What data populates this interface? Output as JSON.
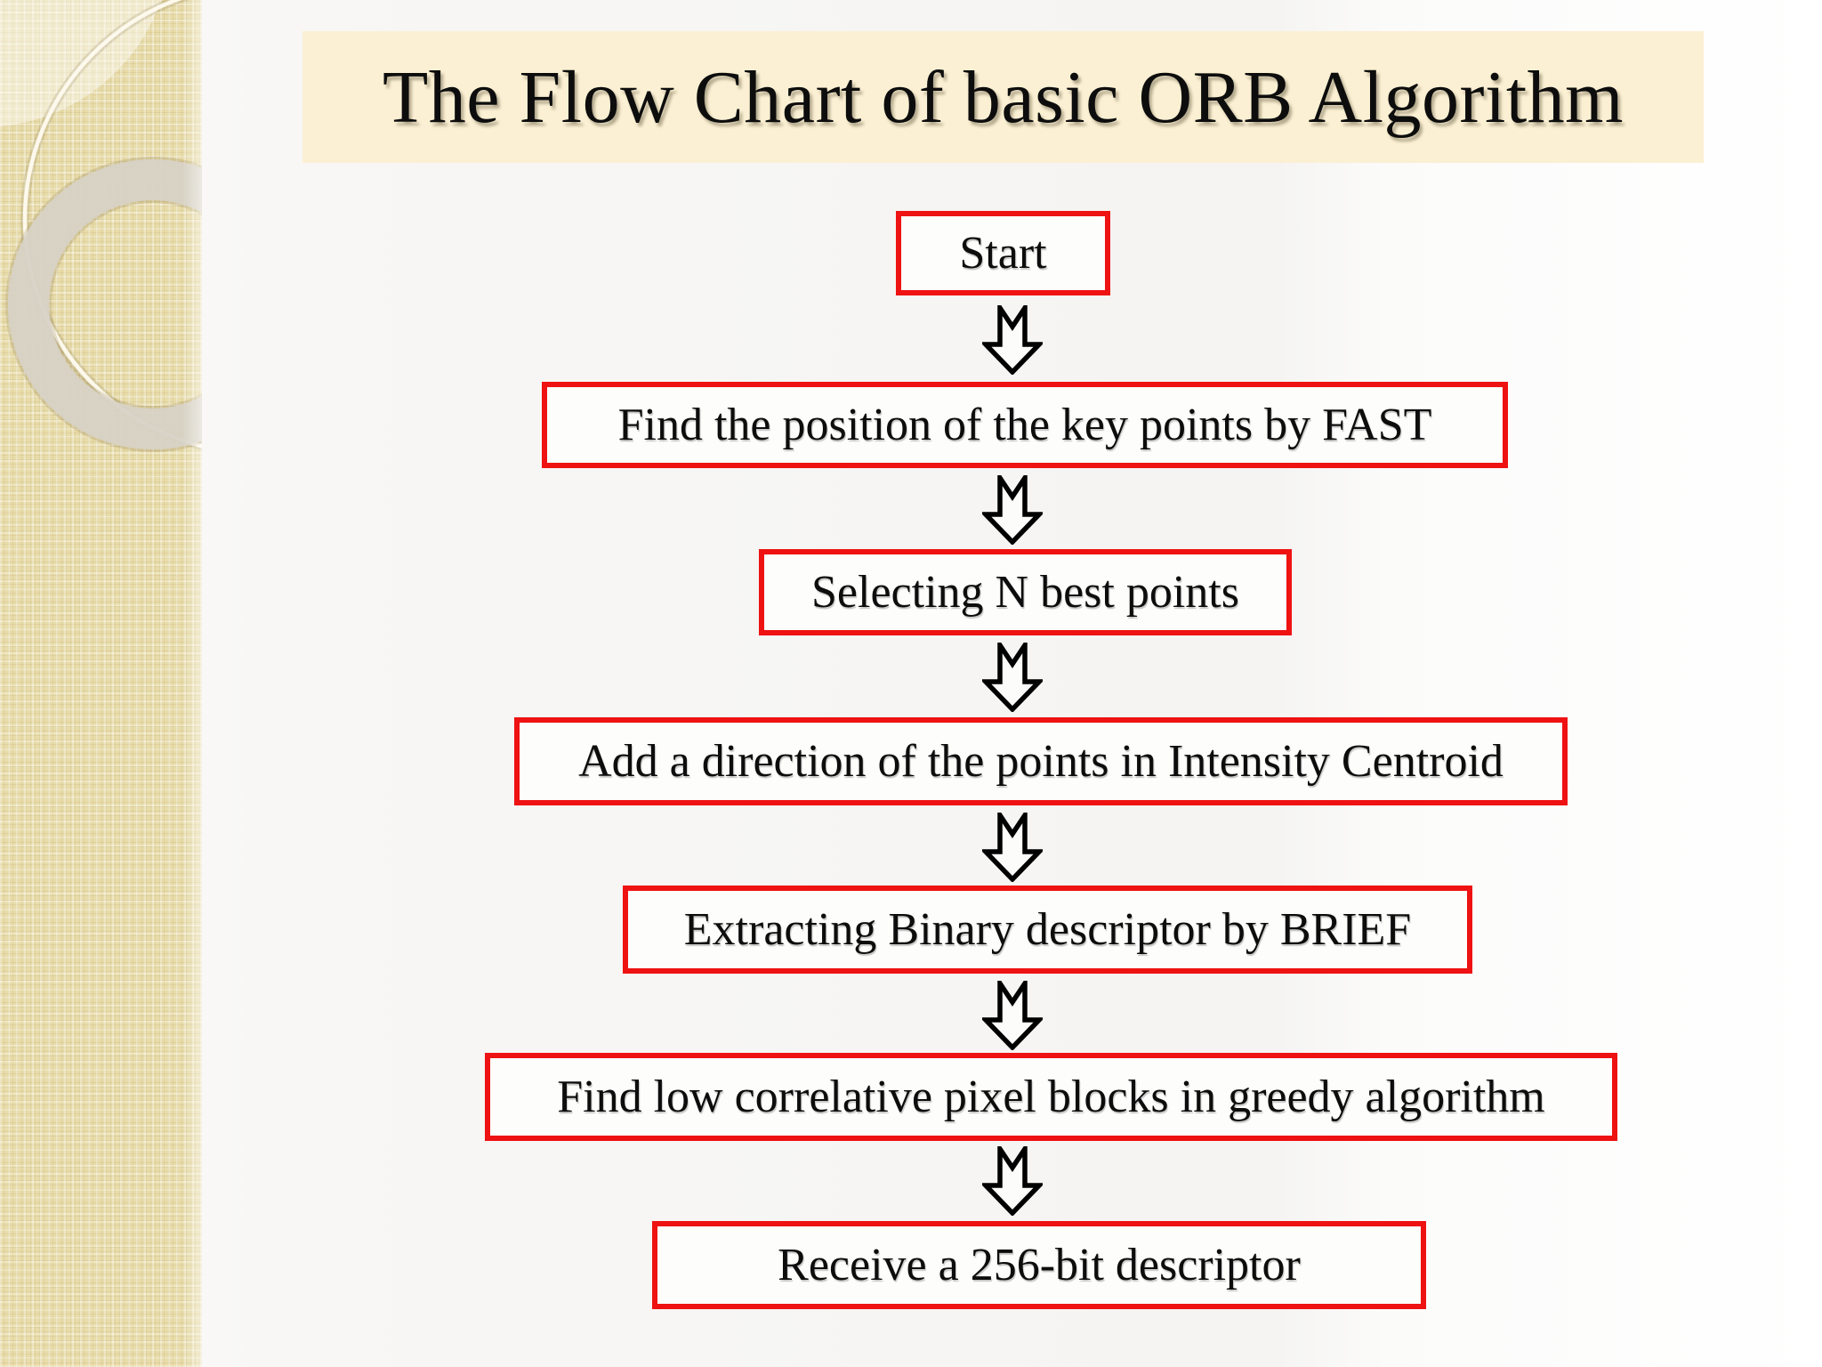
{
  "slide": {
    "title": "The Flow Chart of basic ORB Algorithm"
  },
  "flowchart": {
    "nodes": [
      {
        "label": "Start"
      },
      {
        "label": "Find the position of the key points by FAST"
      },
      {
        "label": "Selecting N best points"
      },
      {
        "label": "Add a direction of the points in Intensity Centroid"
      },
      {
        "label": "Extracting Binary descriptor by BRIEF"
      },
      {
        "label": "Find low correlative pixel blocks in greedy algorithm"
      },
      {
        "label": "Receive a 256-bit descriptor"
      }
    ],
    "connector_icon": "down-arrow-icon",
    "connector_count": 6
  },
  "colors": {
    "box_border_red": "#ee1212",
    "box_fill": "#fdfdfc",
    "title_background": "#fbf0d3",
    "sidebar_tan": "#e8dcaa",
    "text_black": "#0d0d0d"
  }
}
